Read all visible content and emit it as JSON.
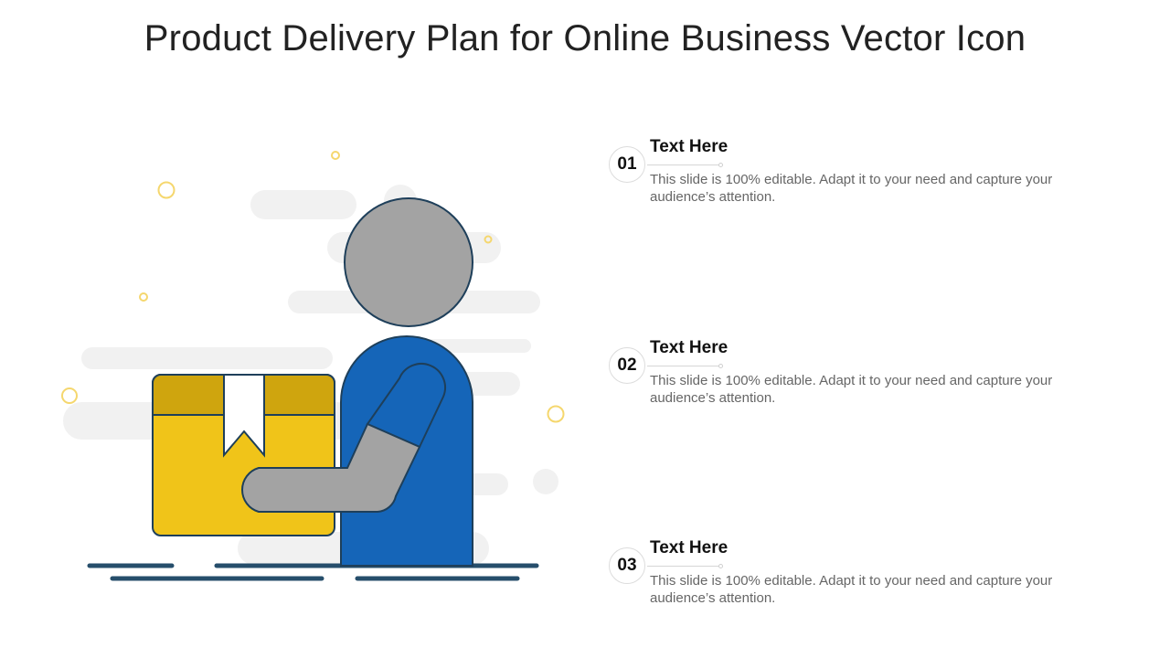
{
  "slide": {
    "title": "Product Delivery Plan for Online Business Vector Icon"
  },
  "illustration": {
    "icon": "delivery-person-holding-package-icon",
    "colors": {
      "package_body": "#F0C419",
      "package_lid": "#CFA50E",
      "shirt": "#1565B8",
      "skin": "#A3A3A3",
      "outline": "#1E3F5A",
      "ground": "#264E6B",
      "cloud": "#F1F1F1",
      "sparkle": "#F5D76E"
    }
  },
  "items": [
    {
      "number": "01",
      "heading": "Text Here",
      "body": "This slide is 100% editable. Adapt it to your need and capture your audience’s attention."
    },
    {
      "number": "02",
      "heading": "Text Here",
      "body": "This slide is 100% editable. Adapt it to your need and capture your audience’s attention."
    },
    {
      "number": "03",
      "heading": "Text Here",
      "body": "This slide is 100% editable. Adapt it to your need and capture your audience’s attention."
    }
  ]
}
